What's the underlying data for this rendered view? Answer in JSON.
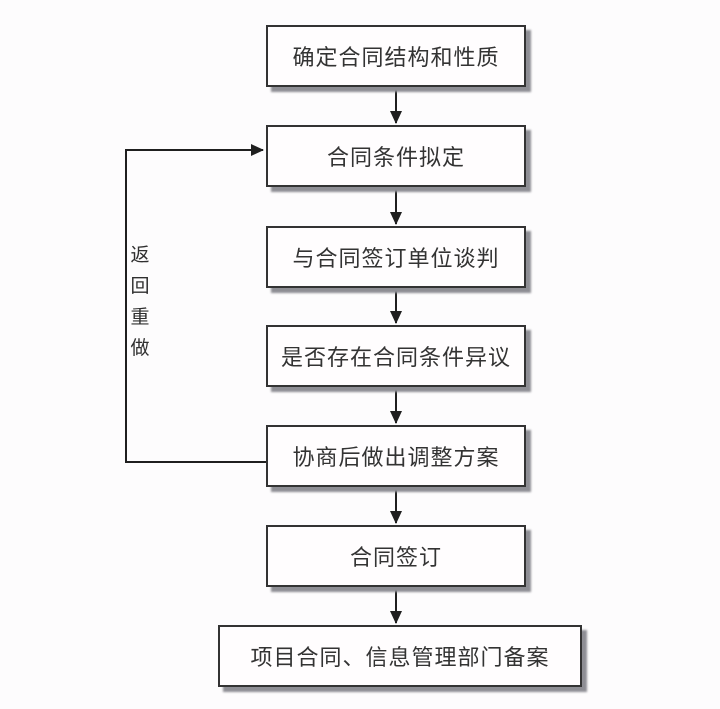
{
  "colors": {
    "background": "#fdfcfd",
    "node_fill": "#fffdfe",
    "node_border": "#333333",
    "node_shadow": "#8e8e94",
    "line": "#1f1f1f",
    "text": "#333333"
  },
  "flowchart": {
    "nodes": [
      {
        "id": "n1",
        "label": "确定合同结构和性质"
      },
      {
        "id": "n2",
        "label": "合同条件拟定"
      },
      {
        "id": "n3",
        "label": "与合同签订单位谈判"
      },
      {
        "id": "n4",
        "label": "是否存在合同条件异议"
      },
      {
        "id": "n5",
        "label": "协商后做出调整方案"
      },
      {
        "id": "n6",
        "label": "合同签订"
      },
      {
        "id": "n7",
        "label": "项目合同、信息管理部门备案"
      }
    ],
    "edges": [
      {
        "from": "n1",
        "to": "n2",
        "label": ""
      },
      {
        "from": "n2",
        "to": "n3",
        "label": ""
      },
      {
        "from": "n3",
        "to": "n4",
        "label": ""
      },
      {
        "from": "n4",
        "to": "n5",
        "label": ""
      },
      {
        "from": "n5",
        "to": "n6",
        "label": ""
      },
      {
        "from": "n6",
        "to": "n7",
        "label": ""
      },
      {
        "from": "n5",
        "to": "n2",
        "label": "返回重做"
      }
    ],
    "loop_label": "返回重做"
  }
}
